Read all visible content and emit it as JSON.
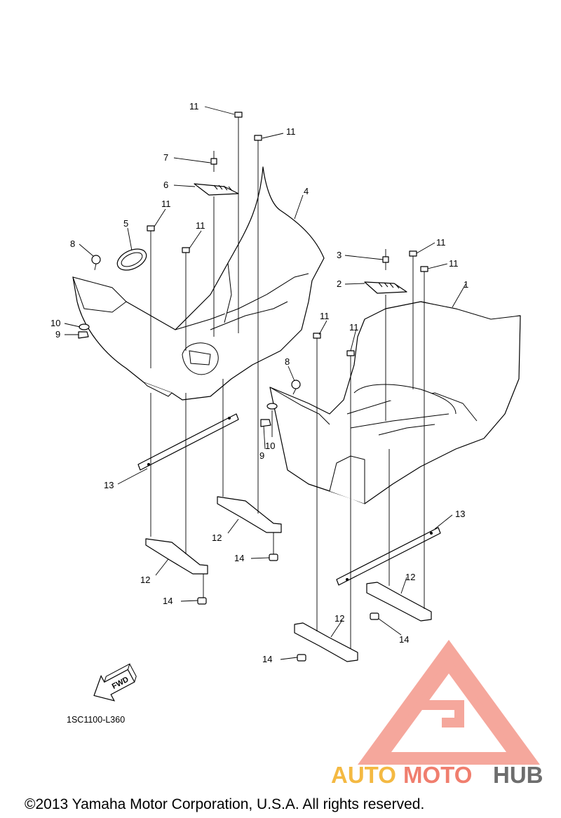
{
  "diagram": {
    "callouts": {
      "c1": "1",
      "c2": "2",
      "c3": "3",
      "c4": "4",
      "c5": "5",
      "c6": "6",
      "c7": "7",
      "c8a": "8",
      "c8b": "8",
      "c9a": "9",
      "c9b": "9",
      "c10a": "10",
      "c10b": "10",
      "c11a": "11",
      "c11b": "11",
      "c11c": "11",
      "c11d": "11",
      "c11e": "11",
      "c11f": "11",
      "c11g": "11",
      "c11h": "11",
      "c12a": "12",
      "c12b": "12",
      "c12c": "12",
      "c12d": "12",
      "c13a": "13",
      "c13b": "13",
      "c14a": "14",
      "c14b": "14",
      "c14c": "14",
      "c14d": "14"
    },
    "fwd_label": "FWD",
    "drawing_code": "1SC1100-L360"
  },
  "watermark": {
    "part1": "AUTO",
    "part2": "MOTO",
    "part3": "HUB",
    "colors": {
      "gold": "#f4b942",
      "salmon": "#f07e6e",
      "gray": "#6d6d6d",
      "triangle": "#f07e6e"
    }
  },
  "footer": {
    "copyright": "©2013 Yamaha Motor Corporation, U.S.A. All rights reserved."
  }
}
